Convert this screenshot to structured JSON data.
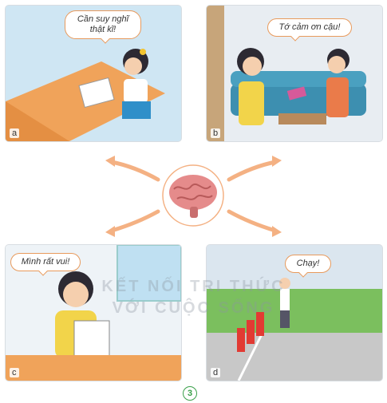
{
  "panels": [
    {
      "letter": "a",
      "speech": "Cần suy nghĩ thật kĩ!"
    },
    {
      "letter": "b",
      "speech": "Tớ cảm ơn cậu!"
    },
    {
      "letter": "c",
      "speech": "Mình rất vui!"
    },
    {
      "letter": "d",
      "speech": "Chạy!"
    }
  ],
  "watermark": {
    "line1": "KẾT NỐI TRI THỨC",
    "line2": "VỚI CUỘC SỐNG"
  },
  "page_number": "3",
  "colors": {
    "arrow": "#f4b183",
    "bubble_border": "#e89a5c",
    "brain": "#e58b8b",
    "page_number": "#3aa04a"
  },
  "icons": [
    "brain-icon",
    "arrow-icon"
  ]
}
